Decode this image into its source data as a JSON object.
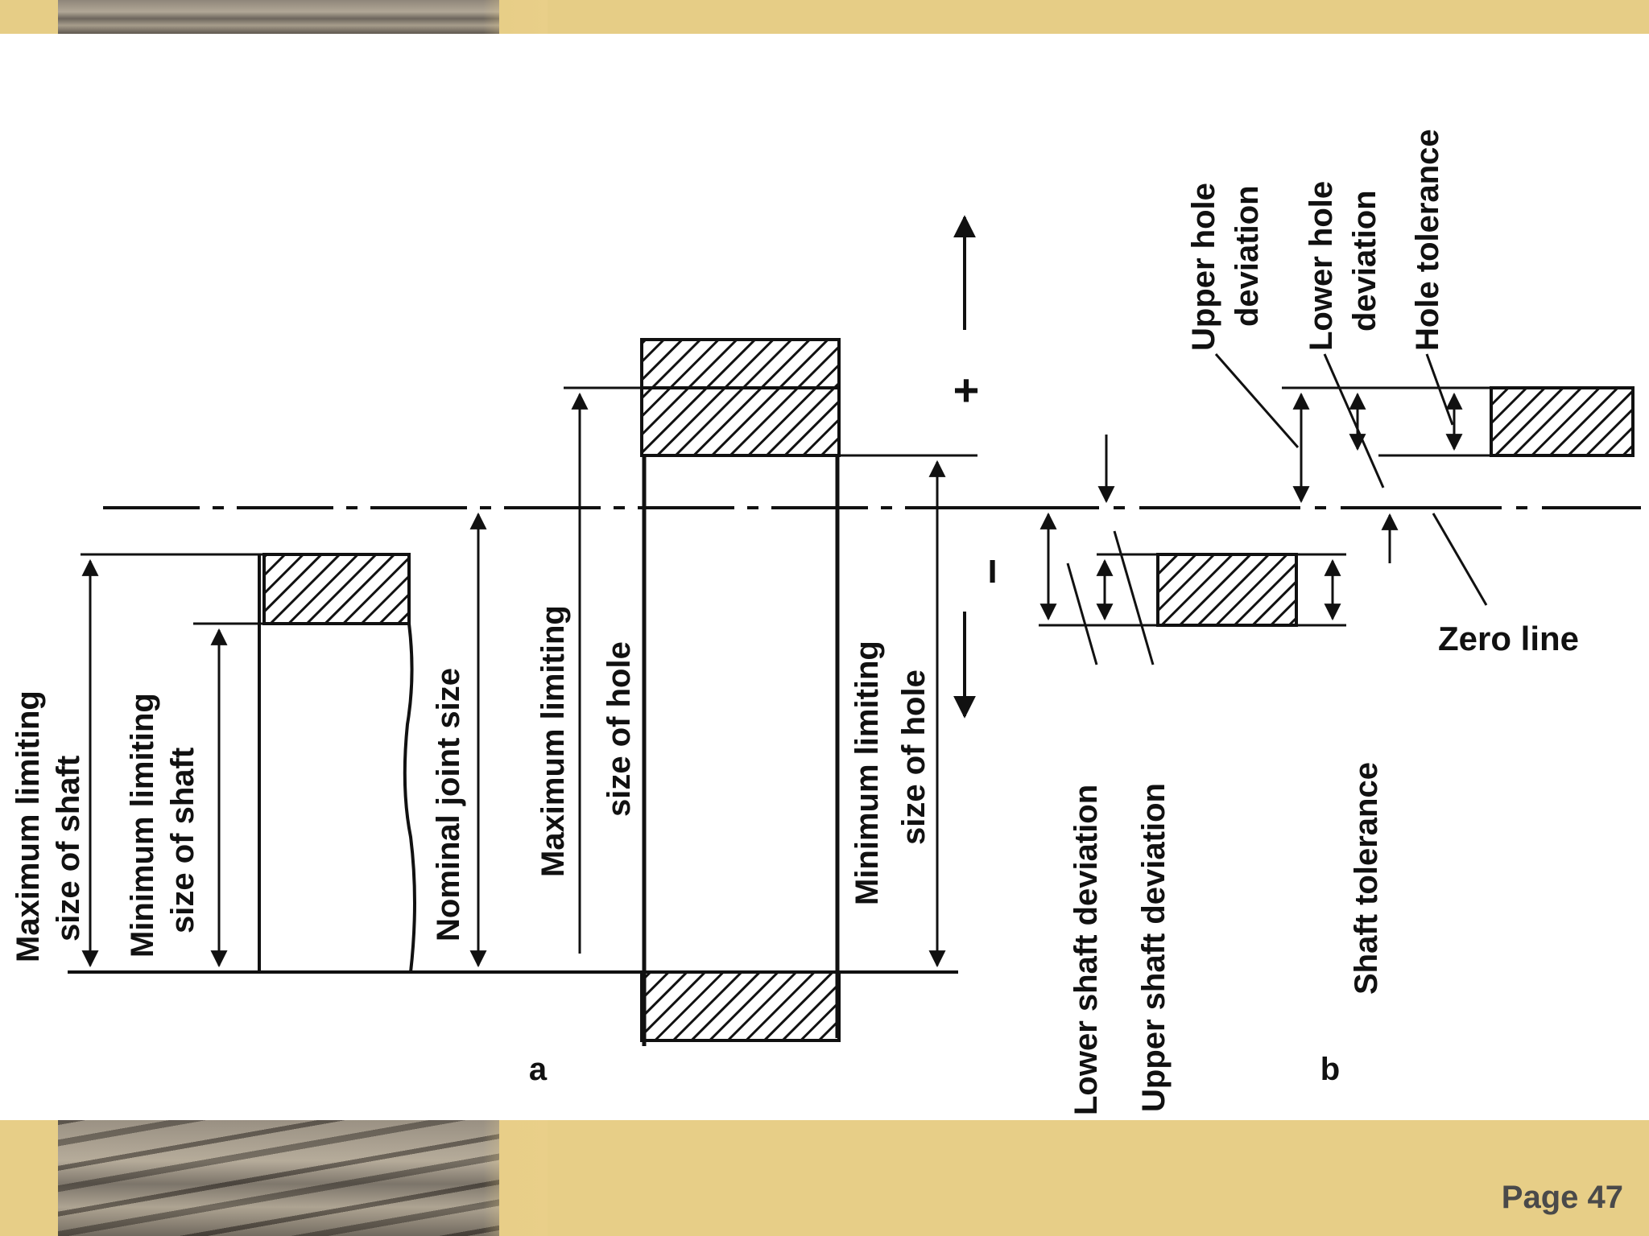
{
  "labels": {
    "max_shaft": [
      "Maximum limiting",
      "size of shaft"
    ],
    "min_shaft": [
      "Minimum limiting",
      "size of shaft"
    ],
    "nominal": "Nominal joint size",
    "max_hole": [
      "Maximum limiting",
      "size of hole"
    ],
    "min_hole": [
      "Minimum limiting",
      "size of hole"
    ],
    "lower_shaft_dev": "Lower shaft deviation",
    "upper_shaft_dev": "Upper shaft deviation",
    "shaft_tol": "Shaft tolerance",
    "upper_hole_dev": [
      "Upper hole",
      "deviation"
    ],
    "lower_hole_dev": [
      "Lower hole",
      "deviation"
    ],
    "hole_tol": "Hole tolerance",
    "zero_line": "Zero line",
    "plus": "+",
    "minus": "−",
    "fig_a": "a",
    "fig_b": "b"
  },
  "page": {
    "number": "Page 47"
  }
}
